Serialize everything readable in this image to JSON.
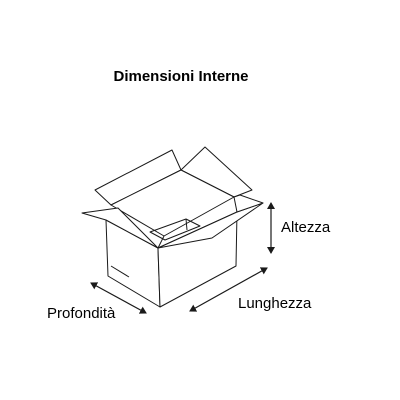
{
  "diagram": {
    "title": "Dimensioni Interne",
    "labels": {
      "height": "Altezza",
      "length": "Lunghezza",
      "depth": "Profondità"
    },
    "colors": {
      "line": "#1a1a1a",
      "text": "#000000",
      "background": "#ffffff"
    }
  }
}
